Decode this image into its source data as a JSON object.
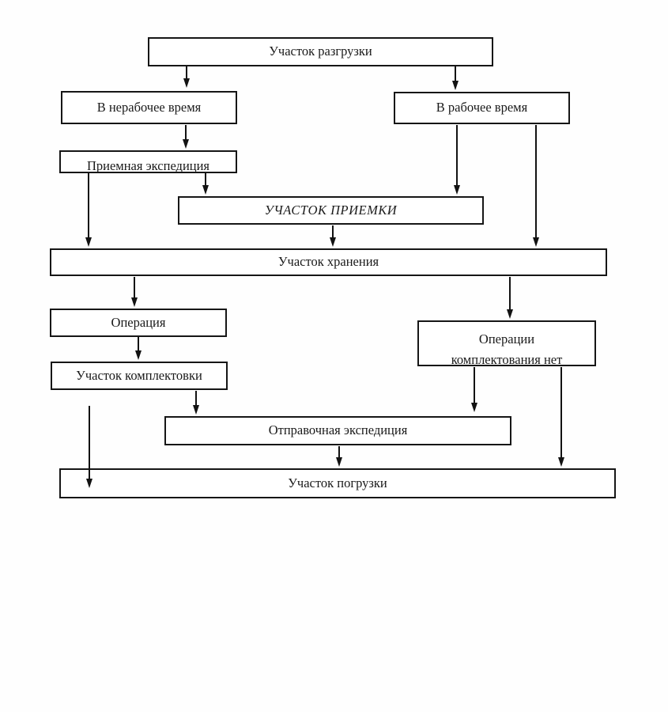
{
  "diagram": {
    "description": "Warehouse process flowchart (Russian)",
    "colors": {
      "line": "#121212",
      "box_border": "#161616",
      "background": "#fefefe",
      "text": "#1a1a1a"
    },
    "nodes": {
      "unloading": {
        "label": "Участок разгрузки"
      },
      "nonworking": {
        "label": "В нерабочее время"
      },
      "working": {
        "label": "В рабочее время"
      },
      "receiving_expedition": {
        "label": "Приемная экспедиция"
      },
      "acceptance_area": {
        "label": "УЧАСТОК ПРИЕМКИ"
      },
      "storage": {
        "label": "Участок хранения"
      },
      "operation": {
        "label": "Операция"
      },
      "no_picking": {
        "label_line1": "Операции",
        "label_line2": "комплектования нет"
      },
      "picking_area": {
        "label": "Участок комплектовки"
      },
      "dispatch_expedition": {
        "label": "Отправочная экспедиция"
      },
      "loading": {
        "label": "Участок погрузки"
      }
    },
    "edges": [
      {
        "from": "unloading",
        "to": "nonworking"
      },
      {
        "from": "unloading",
        "to": "working"
      },
      {
        "from": "nonworking",
        "to": "receiving_expedition"
      },
      {
        "from": "receiving_expedition",
        "to": "storage"
      },
      {
        "from": "receiving_expedition",
        "to": "acceptance_area"
      },
      {
        "from": "working",
        "to": "acceptance_area"
      },
      {
        "from": "working",
        "to": "storage"
      },
      {
        "from": "acceptance_area",
        "to": "storage"
      },
      {
        "from": "storage",
        "to": "operation"
      },
      {
        "from": "storage",
        "to": "no_picking"
      },
      {
        "from": "operation",
        "to": "picking_area"
      },
      {
        "from": "picking_area",
        "to": "dispatch_expedition"
      },
      {
        "from": "picking_area",
        "to": "loading"
      },
      {
        "from": "no_picking",
        "to": "dispatch_expedition"
      },
      {
        "from": "no_picking",
        "to": "loading"
      },
      {
        "from": "dispatch_expedition",
        "to": "loading"
      }
    ]
  }
}
